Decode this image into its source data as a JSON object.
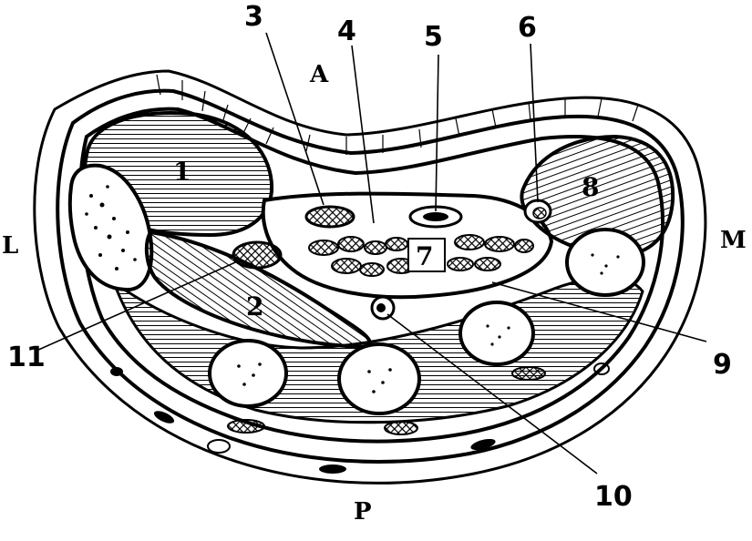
{
  "orientation": {
    "anterior": "A",
    "posterior": "P",
    "lateral": "L",
    "medial": "M"
  },
  "labels": {
    "l1": "1",
    "l2": "2",
    "l3": "3",
    "l4": "4",
    "l5": "5",
    "l6": "6",
    "l7": "7",
    "l8": "8",
    "l9": "9",
    "l10": "10",
    "l11": "11"
  }
}
